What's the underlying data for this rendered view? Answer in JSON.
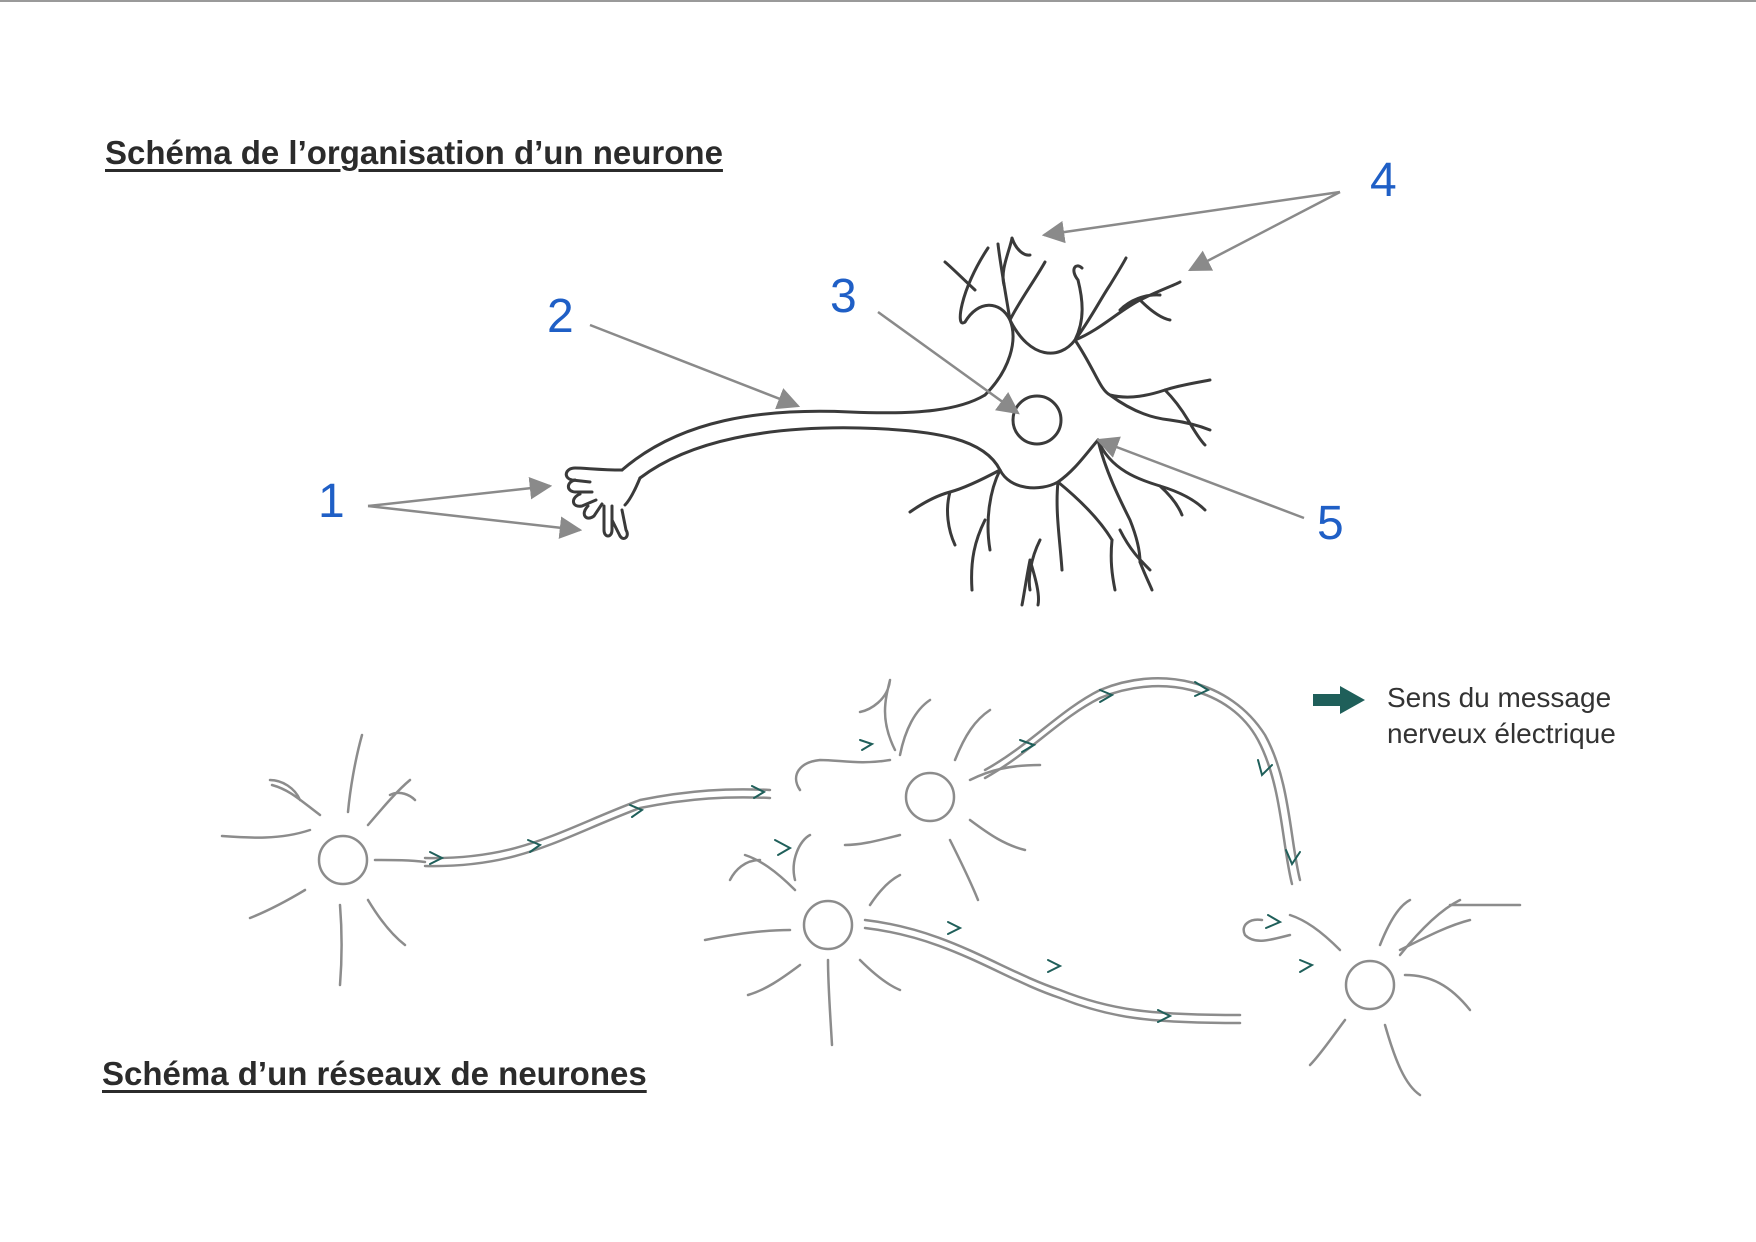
{
  "titles": {
    "neuron": "Schéma de l’organisation d’un neurone",
    "network": "Schéma d’un réseaux de neurones"
  },
  "labels": [
    "1",
    "2",
    "3",
    "4",
    "5"
  ],
  "legend": {
    "line1": "Sens du message",
    "line2": "nerveux électrique"
  },
  "colors": {
    "label": "#1f5fc6",
    "pointer": "#8a8a8a",
    "outline": "#3a3a3a",
    "network": "#8c8c8c",
    "arrow": "#1f5f5a"
  }
}
